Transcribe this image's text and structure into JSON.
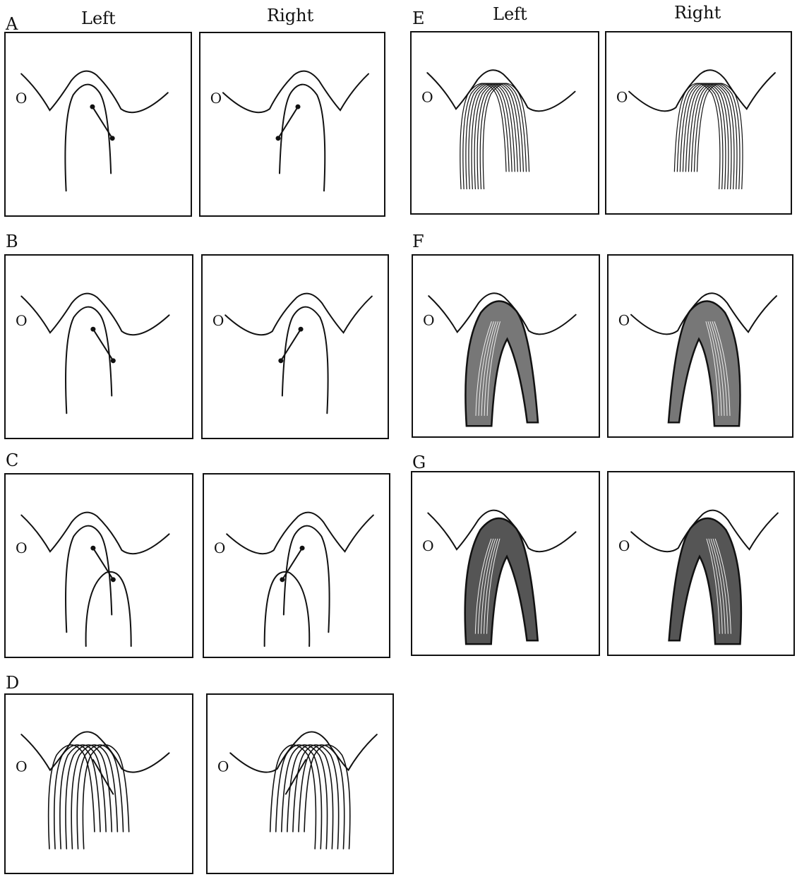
{
  "column_headers": {
    "left": {
      "sub_left": "Left",
      "sub_right": "Right"
    },
    "right": {
      "sub_left": "Left",
      "sub_right": "Right"
    }
  },
  "panels": [
    {
      "label": "A",
      "style": "single",
      "left": "Left",
      "right": "Right"
    },
    {
      "label": "B",
      "style": "single"
    },
    {
      "label": "C",
      "style": "double"
    },
    {
      "label": "D",
      "style": "multi"
    },
    {
      "label": "E",
      "style": "hatched"
    },
    {
      "label": "F",
      "style": "filled"
    },
    {
      "label": "G",
      "style": "solid"
    }
  ],
  "marker_glyph": "O"
}
